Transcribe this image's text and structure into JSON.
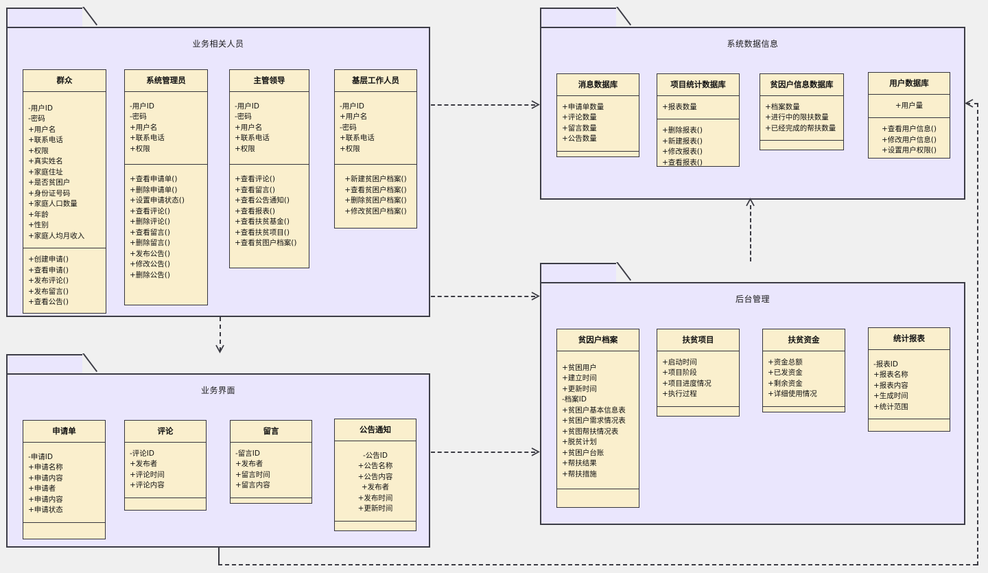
{
  "diagram": {
    "type": "uml-class-diagram",
    "colors": {
      "canvas": "#f0f0f0",
      "package_fill": "#EAE6FD",
      "class_fill": "#FAEFCD",
      "border": "#34343c",
      "connector": "#3a3a42"
    }
  },
  "packages": [
    {
      "id": "business-personnel",
      "title": "业务相关人员",
      "classes": [
        {
          "name": "群众",
          "attributes": [
            "-用户ID",
            "-密码",
            "+用户名",
            "+联系电话",
            "+权限",
            "+真实姓名",
            "+家庭住址",
            "+是否贫困户",
            "+身份证号码",
            "+家庭人口数量",
            "+年龄",
            "+性别",
            "+家庭人均月收入"
          ],
          "operations": [
            "+创建申请()",
            "+查看申请()",
            "+发布评论()",
            "+发布留言()",
            "+查看公告()"
          ]
        },
        {
          "name": "系统管理员",
          "attributes": [
            "-用户ID",
            "-密码",
            "+用户名",
            "+联系电话",
            "+权限"
          ],
          "operations": [
            "+查看申请单()",
            "+删除申请单()",
            "+设置申请状态()",
            "+查看评论()",
            "+删除评论()",
            "+查看留言()",
            "+删除留言()",
            "+发布公告()",
            "+修改公告()",
            "+删除公告()"
          ]
        },
        {
          "name": "主管领导",
          "attributes": [
            "-用户ID",
            "-密码",
            "+用户名",
            "+联系电话",
            "+权限"
          ],
          "operations": [
            "+查看评论()",
            "+查看留言()",
            "+查看公告通知()",
            "+查看报表()",
            "+查看扶贫基金()",
            "+查看扶贫项目()",
            "+查看贫图户档案()"
          ]
        },
        {
          "name": "基层工作人员",
          "attributes": [
            "-用户ID",
            "+用户名",
            "-密码",
            "+联系电话",
            "+权限"
          ],
          "operations": [
            "+新建贫困户档案()",
            "+查看贫困户档案()",
            "+删除贫困户档案()",
            "+修改贫困户档案()"
          ]
        }
      ]
    },
    {
      "id": "system-data-info",
      "title": "系统数据信息",
      "classes": [
        {
          "name": "消息数据库",
          "attributes": [
            "+申请单数量",
            "+评论数量",
            "+留言数量",
            "+公告数量"
          ],
          "operations": []
        },
        {
          "name": "项目统计数据库",
          "attributes": [
            "+报表数量"
          ],
          "operations": [
            "+删除报表()",
            "+新建报表()",
            "+修改报表()",
            "+查看报表()"
          ]
        },
        {
          "name": "贫因户信息数据库",
          "attributes": [
            "+档案数量",
            "+进行中的限扶数量",
            "+已经完成的帮扶数量"
          ],
          "operations": []
        },
        {
          "name": "用户数据库",
          "attributes": [
            "+用户量"
          ],
          "operations": [
            "+查看用户信息()",
            "+修改用户信息()",
            "+设置用户权限()"
          ]
        }
      ]
    },
    {
      "id": "backend-management",
      "title": "后台管理",
      "classes": [
        {
          "name": "贫因户档案",
          "attributes": [
            "+贫困用户",
            "+建立时间",
            "+更新时间",
            "-档案ID",
            "+贫困户基本信息表",
            "+贫困户需求情况表",
            "+贫图帮扶情况表",
            "+脱贫计划",
            "+贫困户台账",
            "+帮扶结果",
            "+帮扶措施"
          ],
          "operations": []
        },
        {
          "name": "扶贫项目",
          "attributes": [
            "+启动时间",
            "+项目阶段",
            "+项目进度情况",
            "+执行过程"
          ],
          "operations": []
        },
        {
          "name": "扶贫资金",
          "attributes": [
            "+资金总额",
            "+已发资金",
            "+剩余资金",
            "+详细使用情况"
          ],
          "operations": []
        },
        {
          "name": "统计报表",
          "attributes": [
            "-报表ID",
            "+报表名称",
            "+报表内容",
            "+生成时间",
            "+统计范围"
          ],
          "operations": []
        }
      ]
    },
    {
      "id": "business-interface",
      "title": "业务界面",
      "classes": [
        {
          "name": "申请单",
          "attributes": [
            "-申请ID",
            "+申请名称",
            "+申请内容",
            "+申请者",
            "+申请内容",
            "+申请状态"
          ],
          "operations": []
        },
        {
          "name": "评论",
          "attributes": [
            "-评论ID",
            "+发布者",
            "+评论时间",
            "+评论内容"
          ],
          "operations": []
        },
        {
          "name": "留言",
          "attributes": [
            "-留言ID",
            "+发布者",
            "+留言时间",
            "+留言内容"
          ],
          "operations": []
        },
        {
          "name": "公告通知",
          "attributes": [
            "-公告ID",
            "+公告名称",
            "+公告内容",
            "+发布者",
            "+发布时间",
            "+更新时间"
          ],
          "operations": []
        }
      ]
    }
  ],
  "connectors": [
    {
      "id": "personnel-to-systemdata",
      "from": "business-personnel",
      "to": "system-data-info",
      "style": "dashed",
      "arrow": "right"
    },
    {
      "id": "personnel-to-backend",
      "from": "business-personnel",
      "to": "backend-management",
      "style": "dashed",
      "arrow": "right"
    },
    {
      "id": "personnel-to-interface",
      "from": "business-personnel",
      "to": "business-interface",
      "style": "dashed",
      "arrow": "down"
    },
    {
      "id": "interface-to-backend",
      "from": "business-interface",
      "to": "backend-management",
      "style": "dashed",
      "arrow": "right"
    },
    {
      "id": "backend-to-systemdata",
      "from": "backend-management",
      "to": "system-data-info",
      "style": "dashed",
      "arrow": "up"
    },
    {
      "id": "interface-to-systemdata-loop",
      "from": "business-interface",
      "to": "system-data-info",
      "style": "dashed",
      "arrow": "left"
    }
  ]
}
